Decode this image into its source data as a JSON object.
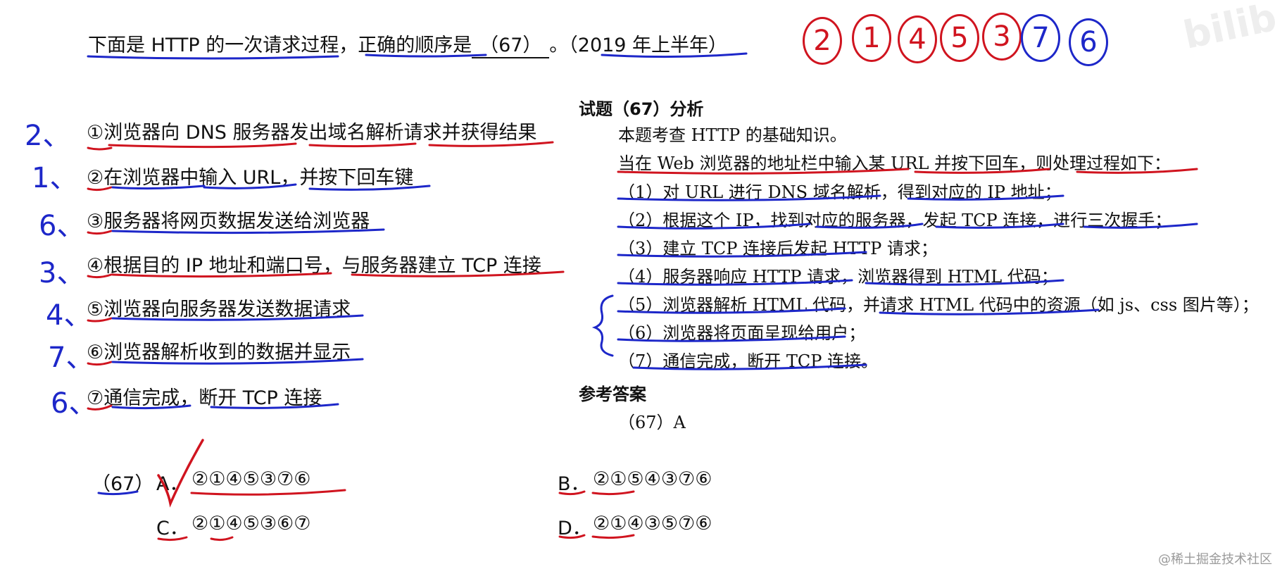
{
  "header": {
    "question_text": "下面是 HTTP 的一次请求过程，正确的顺序是",
    "blank": "（67）",
    "period": "。",
    "year_note": "（2019 年上半年）"
  },
  "handwritten_order": [
    {
      "value": "2",
      "color": "#d0141f"
    },
    {
      "value": "1",
      "color": "#d0141f"
    },
    {
      "value": "4",
      "color": "#d0141f"
    },
    {
      "value": "5",
      "color": "#d0141f"
    },
    {
      "value": "3",
      "color": "#d0141f"
    },
    {
      "value": "7",
      "color": "#1d27c9"
    },
    {
      "value": "6",
      "color": "#1d27c9"
    }
  ],
  "steps": [
    {
      "mark": "2、",
      "text": "①浏览器向 DNS 服务器发出域名解析请求并获得结果"
    },
    {
      "mark": "1、",
      "text": "②在浏览器中输入 URL，并按下回车键"
    },
    {
      "mark": "6、",
      "text": "③服务器将网页数据发送给浏览器"
    },
    {
      "mark": "3、",
      "text": "④根据目的 IP 地址和端口号，与服务器建立 TCP 连接"
    },
    {
      "mark": "4、",
      "text": "⑤浏览器向服务器发送数据请求"
    },
    {
      "mark": "7、",
      "text": "⑥浏览器解析收到的数据并显示"
    },
    {
      "mark": "6、",
      "text": "⑦通信完成，断开 TCP 连接"
    }
  ],
  "analysis": {
    "title": "试题（67）分析",
    "intro": "本题考查 HTTP 的基础知识。",
    "lead": "当在 Web 浏览器的地址栏中输入某 URL 并按下回车，则处理过程如下：",
    "items": [
      "（1）对 URL 进行 DNS 域名解析，得到对应的 IP 地址；",
      "（2）根据这个 IP，找到对应的服务器，发起 TCP 连接，进行三次握手；",
      "（3）建立 TCP 连接后发起 HTTP 请求；",
      "（4）服务器响应 HTTP 请求，浏览器得到 HTML 代码；",
      "（5）浏览器解析 HTML 代码，并请求 HTML 代码中的资源（如 js、css 图片等）；",
      "（6）浏览器将页面呈现给用户；",
      "（7）通信完成，断开 TCP 连接。"
    ],
    "answer_title": "参考答案",
    "answer": "（67）A"
  },
  "options": {
    "number": "（67）",
    "a_label": "A．",
    "a_value": "②①④⑤③⑦⑥",
    "b_label": "B．",
    "b_value": "②①⑤④③⑦⑥",
    "c_label": "C．",
    "c_value": "②①④⑤③⑥⑦",
    "d_label": "D．",
    "d_value": "②①④③⑤⑦⑥"
  },
  "watermark": "@稀土掘金技术社区",
  "logo": "bilibili",
  "colors": {
    "red_ink": "#d0141f",
    "blue_ink": "#1d27c9"
  }
}
